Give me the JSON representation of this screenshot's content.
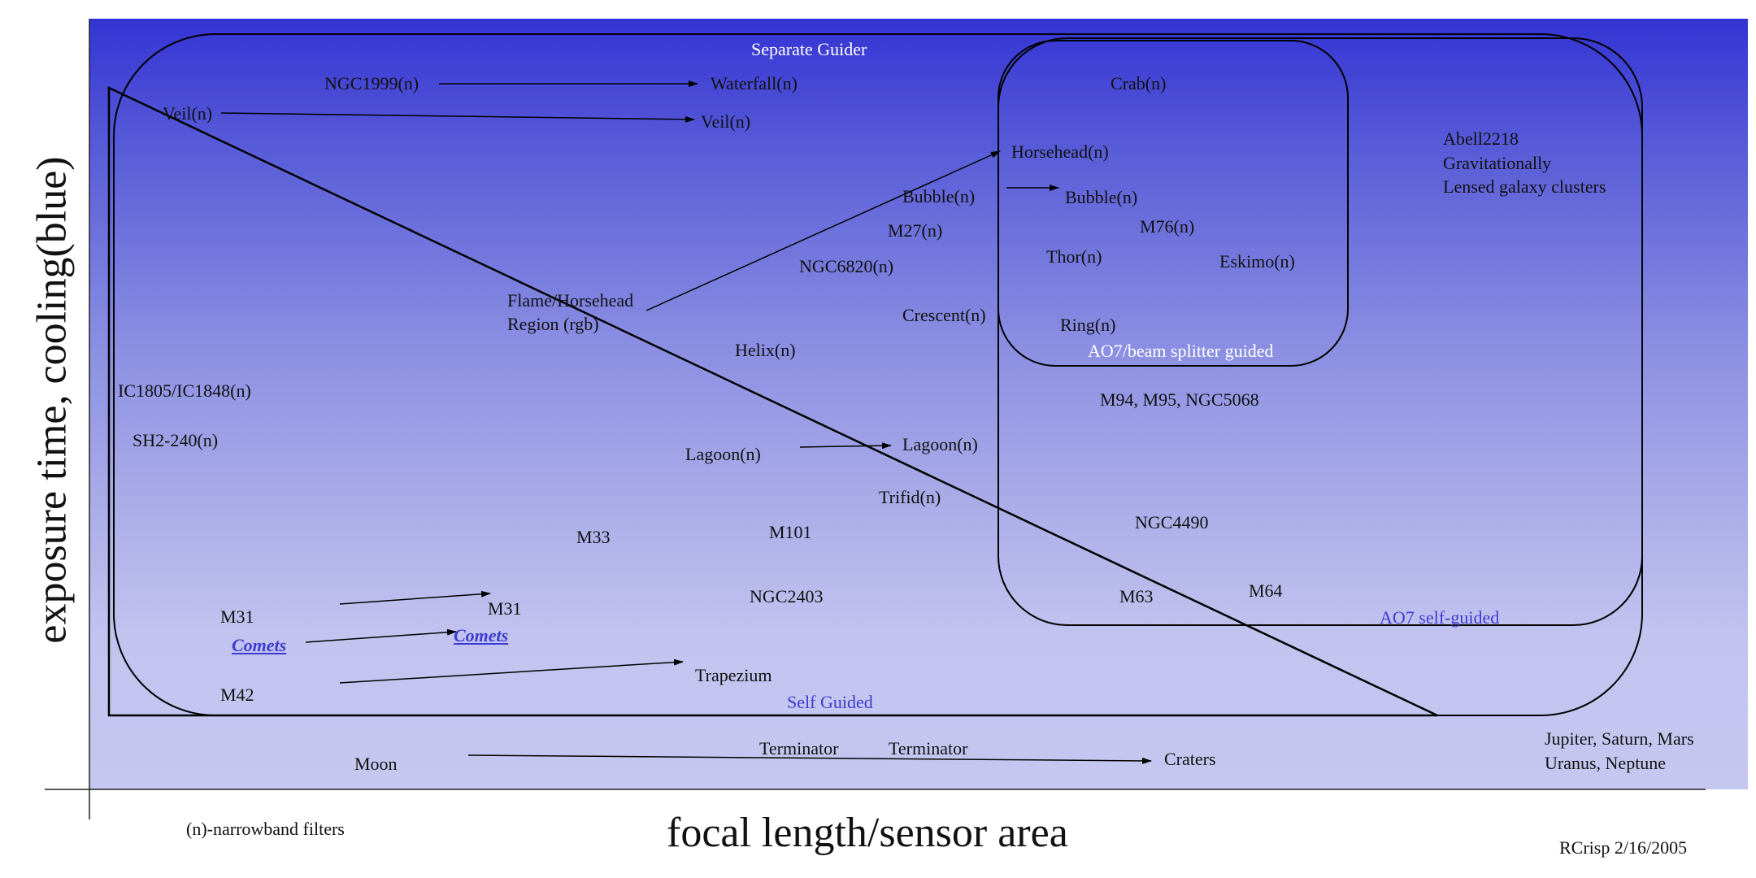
{
  "axes": {
    "y_label": "exposure time, cooling(blue)",
    "x_label": "focal length/sensor area"
  },
  "regions": {
    "separate_guider": "Separate Guider",
    "ao7_beam_splitter": "AO7/beam splitter guided",
    "ao7_self_guided": "AO7 self-guided",
    "self_guided": "Self Guided"
  },
  "targets": {
    "ngc1999": "NGC1999(n)",
    "waterfall": "Waterfall(n)",
    "veil_left": "Veil(n)",
    "veil_right": "Veil(n)",
    "crab": "Crab(n)",
    "horsehead": "Horsehead(n)",
    "abell_1": "Abell2218",
    "abell_2": "Gravitationally",
    "abell_3": "Lensed galaxy clusters",
    "bubble_left": "Bubble(n)",
    "bubble_right": "Bubble(n)",
    "m27": "M27(n)",
    "m76": "M76(n)",
    "thor": "Thor(n)",
    "eskimo": "Eskimo(n)",
    "ngc6820": "NGC6820(n)",
    "flame_1": "Flame/Horsehead",
    "flame_2": "Region (rgb)",
    "crescent": "Crescent(n)",
    "ring": "Ring(n)",
    "helix": "Helix(n)",
    "ic1805": "IC1805/IC1848(n)",
    "m94": "M94, M95, NGC5068",
    "sh2": "SH2-240(n)",
    "lagoon_left": "Lagoon(n)",
    "lagoon_right": "Lagoon(n)",
    "trifid": "Trifid(n)",
    "ngc4490": "NGC4490",
    "m33": "M33",
    "m101": "M101",
    "m31_left": "M31",
    "m31_right": "M31",
    "ngc2403": "NGC2403",
    "m63": "M63",
    "m64": "M64",
    "comets_left": "Comets",
    "comets_right": "Comets",
    "trapezium": "Trapezium",
    "m42": "M42",
    "moon": "Moon",
    "terminator_1": "Terminator",
    "terminator_2": "Terminator",
    "craters": "Craters",
    "planets_1": "Jupiter, Saturn, Mars",
    "planets_2": "Uranus, Neptune"
  },
  "notes": {
    "narrowband": "(n)-narrowband filters",
    "credit": "RCrisp 2/16/2005"
  }
}
